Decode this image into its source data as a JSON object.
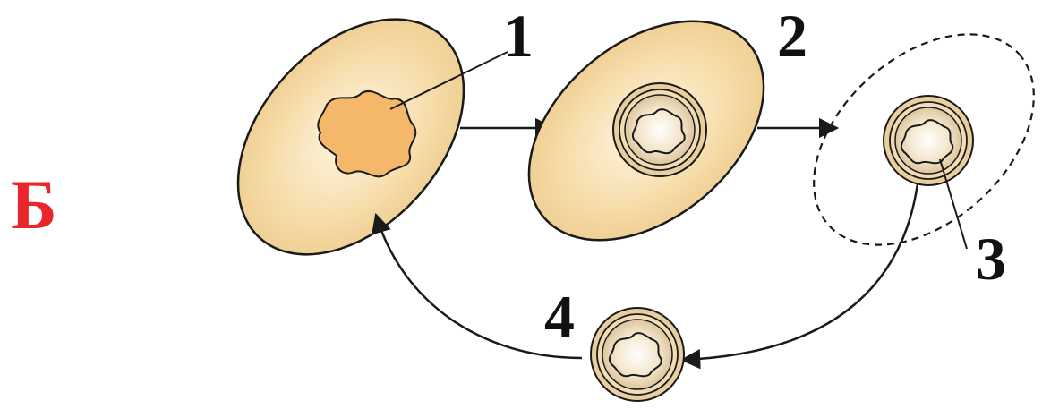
{
  "panel_letter": "Б",
  "labels": {
    "one": "1",
    "two": "2",
    "three": "3",
    "four": "4"
  },
  "colors": {
    "panel_letter": "#e8262b",
    "cell_fill": "#f6dca8",
    "cell_fill_light": "#fff5e0",
    "nucleus_fill": "#f5b86a",
    "outline": "#1a1a1a"
  }
}
